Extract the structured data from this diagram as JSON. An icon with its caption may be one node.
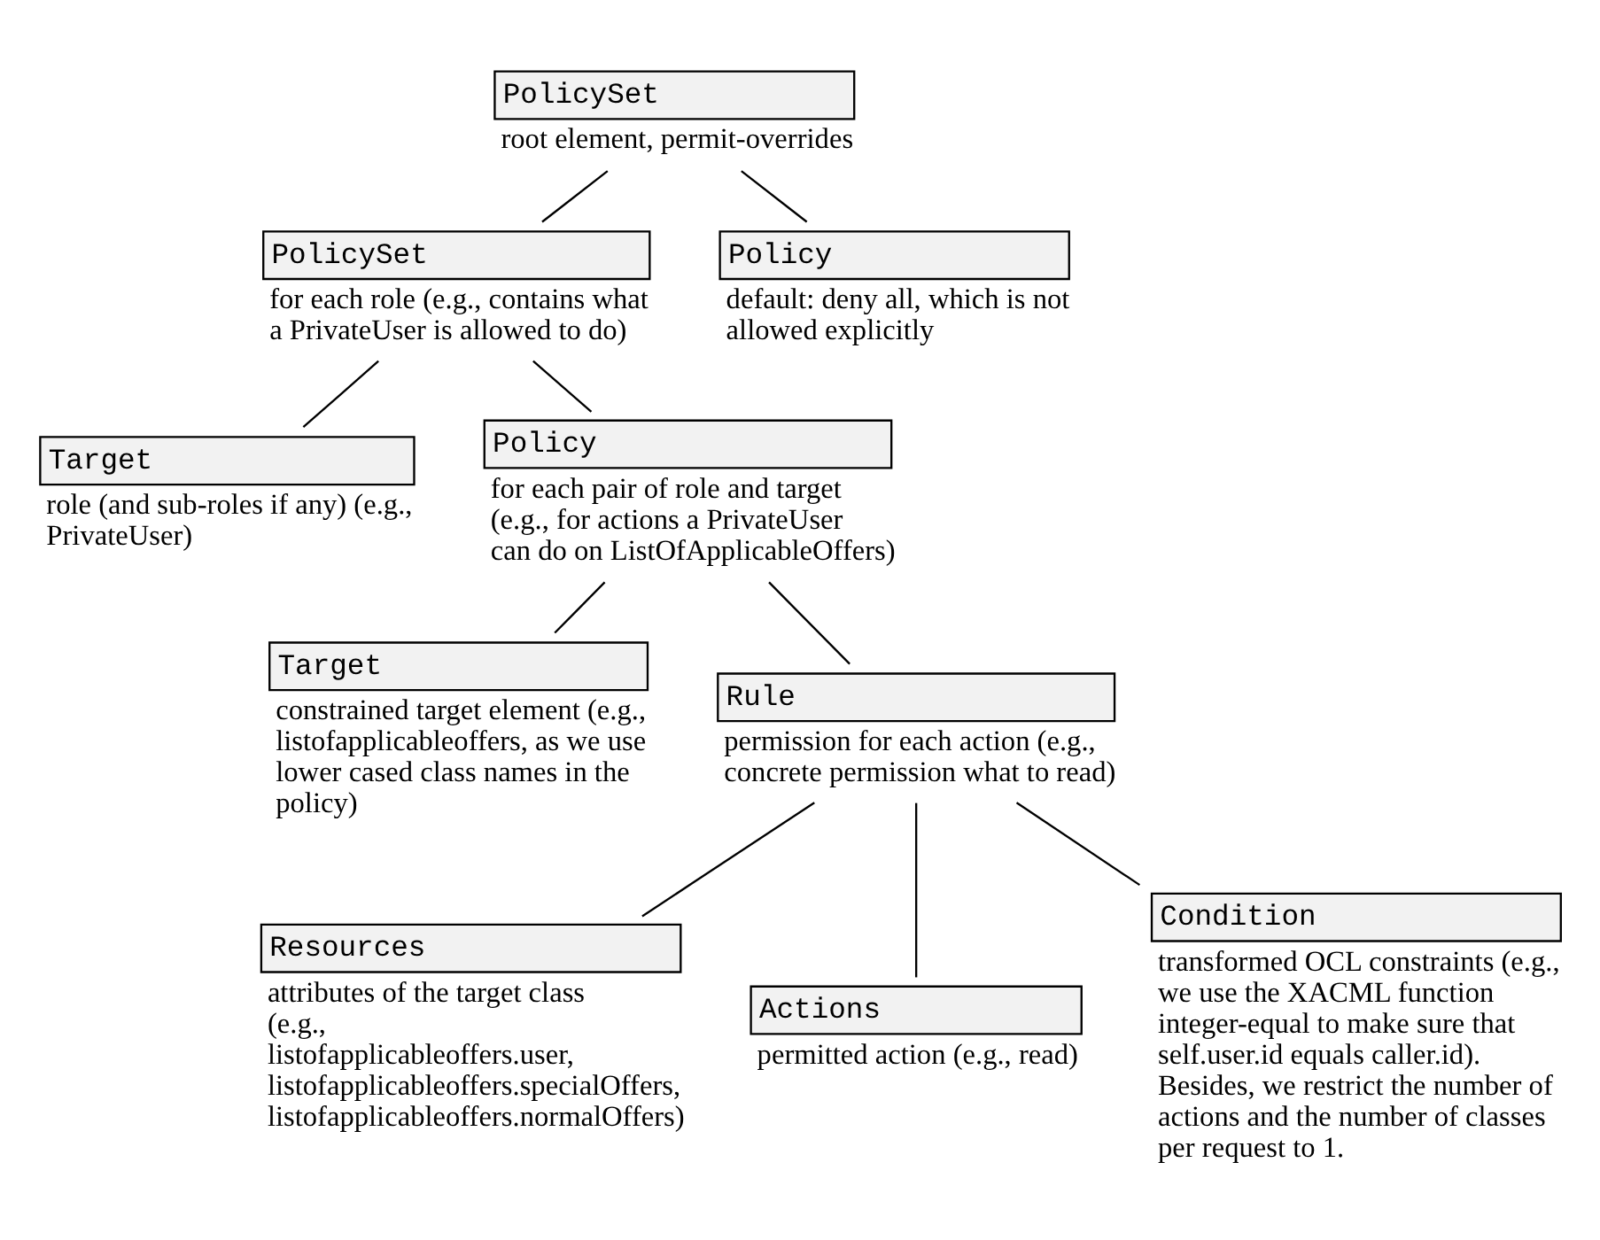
{
  "diagram": {
    "nodes": [
      {
        "text": [
          "PolicySet"
        ],
        "beside": [
          "root element, permit-overrides"
        ]
      },
      {
        "text": [
          "PolicySet"
        ],
        "beside": [
          "for each role (e.g., contains what a PrivateUser is allowed to do)"
        ]
      },
      {
        "text": [
          "Target"
        ],
        "beside": [
          "role (and sub-roles if any) (e.g., PrivateUser)"
        ]
      },
      {
        "text": [
          "Policy"
        ],
        "beside": [
          "for each pair of role and target (e.g., for actions a PrivateUser can do on ListOfApplicableOffers)"
        ]
      },
      {
        "text": [
          "Target"
        ],
        "beside": [
          "constrained target element (e.g., listofapplicableoffers, as we use lower cased class names in the policy)"
        ]
      },
      {
        "text": [
          "Rule"
        ],
        "beside": [
          "permission for each action (e.g., concrete permission what to read)"
        ]
      },
      {
        "text": [
          "Resources"
        ],
        "beside": [
          "attributes of the target class (e.g., listofapplicableoffers.user, listofapplicableoffers.specialOffers, listofapplicableoffers.normalOffers)"
        ]
      },
      {
        "text": [
          "Actions"
        ],
        "beside": [
          "permitted action (e.g., read)"
        ]
      },
      {
        "text": [
          "Condition"
        ],
        "beside": [
          "transformed OCL constraints (e.g., we use the XACML function integer-equal to make sure that self.user.id equals caller.id). Besides, we restrict the number of actions and the number of classes per request to 1."
        ]
      },
      {
        "text": [
          "Policy"
        ],
        "beside": [
          "default: deny all, which is not allowed explicitly"
        ]
      }
    ],
    "edges": [
      {
        "from": 0,
        "to": 1,
        "arrow": "none"
      },
      {
        "from": 1,
        "to": 2,
        "arrow": "none"
      },
      {
        "from": 1,
        "to": 3,
        "arrow": "none"
      },
      {
        "from": 3,
        "to": 4,
        "arrow": "none"
      },
      {
        "from": 3,
        "to": 5,
        "arrow": "none"
      },
      {
        "from": 5,
        "to": 6,
        "arrow": "none"
      },
      {
        "from": 5,
        "to": 7,
        "arrow": "none"
      },
      {
        "from": 5,
        "to": 8,
        "arrow": "none"
      },
      {
        "from": 0,
        "to": 9,
        "arrow": "none"
      }
    ]
  }
}
